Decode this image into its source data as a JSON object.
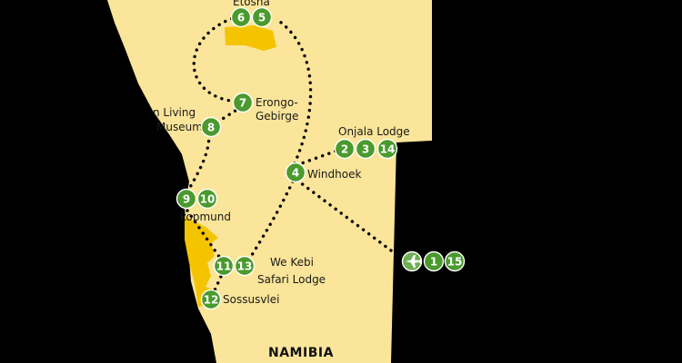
{
  "colors": {
    "background": "#000000",
    "land": "#fbe59a",
    "park": "#f5c400",
    "badge": "#4a9a2e",
    "badge_stroke": "#ffffff",
    "route": "#000000"
  },
  "map": {
    "country": "NAMIBIA",
    "places": [
      {
        "id": "etosha",
        "label": "Etosha",
        "stops": [
          "6",
          "5"
        ]
      },
      {
        "id": "erongo",
        "label": "Erongo-\nGebirge",
        "stops": [
          "7"
        ]
      },
      {
        "id": "living-museum",
        "label": "n Living\nMuseum",
        "stops": [
          "8"
        ]
      },
      {
        "id": "onjala",
        "label": "Onjala Lodge",
        "stops": [
          "2",
          "3",
          "14"
        ]
      },
      {
        "id": "windhoek",
        "label": "Windhoek",
        "stops": [
          "4"
        ]
      },
      {
        "id": "swakopmund",
        "label": "kopmund",
        "stops": [
          "9",
          "10"
        ]
      },
      {
        "id": "wekebi",
        "label": "We Kebi\nSafari Lodge",
        "stops": [
          "11",
          "13"
        ]
      },
      {
        "id": "sossusvlei",
        "label": "Sossusvlei",
        "stops": [
          "12"
        ]
      },
      {
        "id": "airport",
        "label": "",
        "icon": "airplane-icon",
        "stops": [
          "1",
          "15"
        ]
      }
    ]
  }
}
